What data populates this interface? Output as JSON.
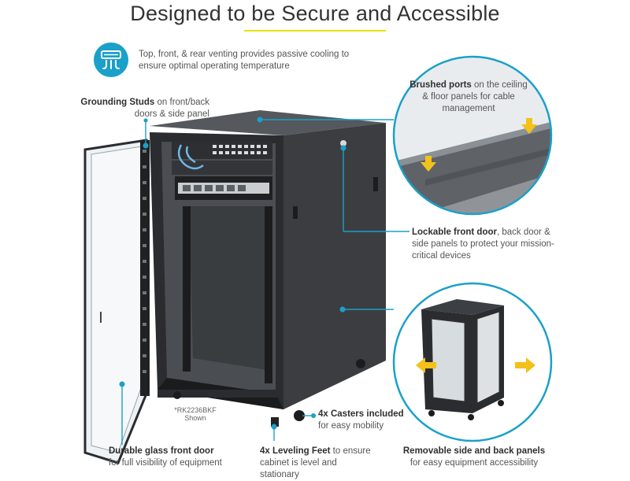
{
  "title": "Designed to be Secure and Accessible",
  "colors": {
    "accent": "#1aa0c9",
    "highlight": "#f2c21b",
    "underline": "#e8e000",
    "cabinet": "#3b3d40"
  },
  "icons": {
    "venting": "snowflake-fan-icon"
  },
  "features": {
    "venting": "Top, front, & rear venting provides passive cooling to ensure optimal operating temperature",
    "grounding": {
      "bold": "Grounding Studs",
      "rest": " on front/back doors & side panel"
    },
    "brushed": {
      "bold": "Brushed ports",
      "rest": " on the ceiling & floor panels for cable management"
    },
    "lockable": {
      "bold": "Lockable front door",
      "rest": ", back door & side panels to protect your mission-critical devices"
    },
    "glass": {
      "bold": "Durable glass front door",
      "rest": "for full visibility of equipment"
    },
    "leveling": {
      "bold": "4x Leveling Feet",
      "rest": " to ensure cabinet is level and stationary"
    },
    "casters": {
      "bold": "4x Casters included",
      "rest": "for easy mobility"
    },
    "removable": {
      "bold": "Removable side and back panels",
      "rest": "for easy equipment accessibility"
    }
  },
  "note": {
    "model": "*RK2236BKF",
    "shown": "Shown"
  }
}
